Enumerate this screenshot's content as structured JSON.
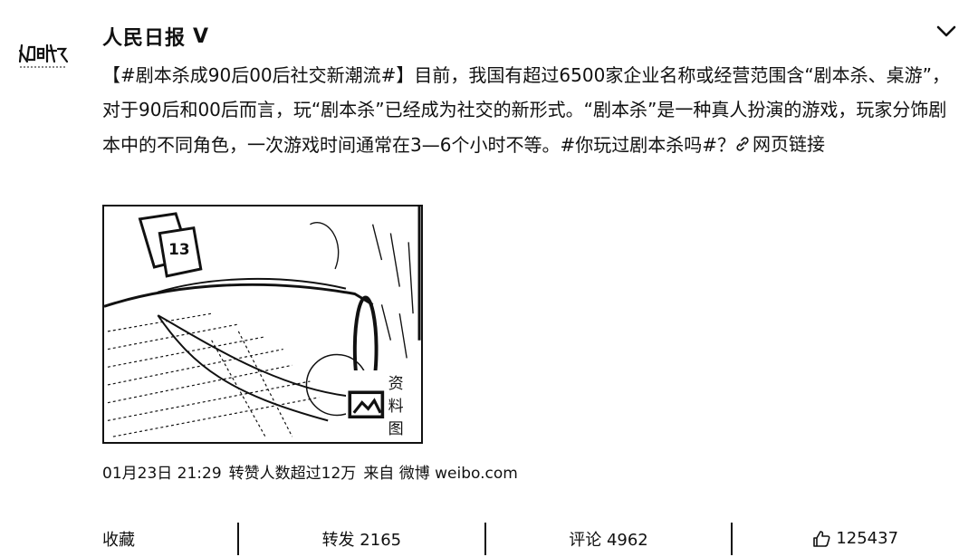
{
  "account": {
    "name": "人民日报",
    "verified_mark": "V",
    "avatar_text": "人民日报"
  },
  "post": {
    "hashtag1": "【#剧本杀成90后00后社交新潮流#】",
    "body": "目前，我国有超过6500家企业名称或经营范围含“剧本杀、桌游”，对于90后和00后而言，玩“剧本杀”已经成为社交的新形式。“剧本杀”是一种真人扮演的游戏，玩家分饰剧本中的不同角色，一次游戏时间通常在3—6个小时不等。",
    "hashtag2": "#你玩过剧本杀吗#？",
    "link_label": "网页链接",
    "image_caption": "资料图",
    "image_card_number": "13"
  },
  "meta": {
    "date": "01月23日 21:29",
    "reposts_note": "转赞人数超过12万",
    "source": "来自 微博 weibo.com"
  },
  "actions": {
    "favorite": "收藏",
    "repost": "转发 2165",
    "comment": "评论 4962",
    "like": "125437"
  }
}
